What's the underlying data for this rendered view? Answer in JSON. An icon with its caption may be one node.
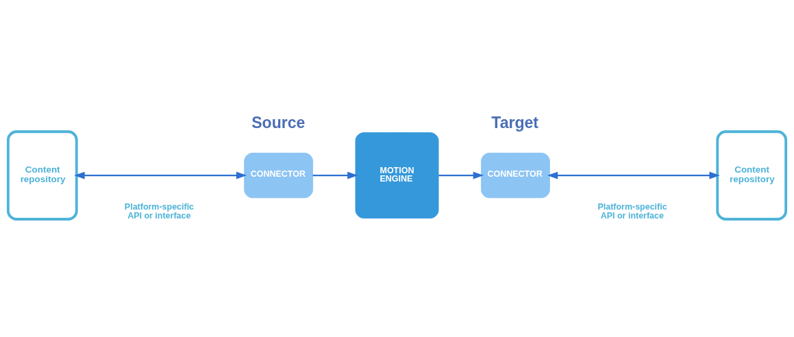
{
  "diagram": {
    "nodes": [
      {
        "text": [
          "Content repository"
        ]
      },
      {
        "text": [
          "CONNECTOR"
        ]
      },
      {
        "text": [
          "MOTION ENGINE"
        ]
      },
      {
        "text": [
          "CONNECTOR"
        ]
      },
      {
        "text": [
          "Content repository"
        ]
      }
    ],
    "edges": [
      {
        "from": 0,
        "to": 1,
        "arrow": "both"
      },
      {
        "from": 1,
        "to": 2,
        "arrow": "to"
      },
      {
        "from": 2,
        "to": 3,
        "arrow": "to"
      },
      {
        "from": 3,
        "to": 4,
        "arrow": "both"
      }
    ],
    "labels": [
      "Source",
      "Target",
      "Platform-specific API or interface",
      "Platform-specific API or interface"
    ]
  }
}
